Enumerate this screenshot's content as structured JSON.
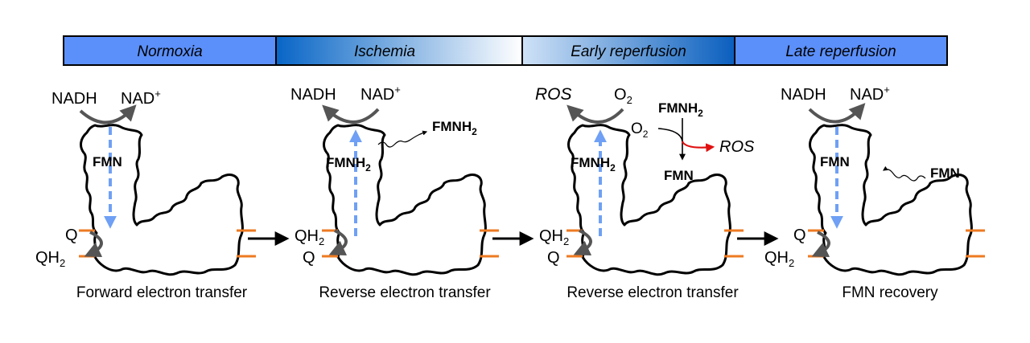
{
  "phase_bar": {
    "phases": [
      "Normoxia",
      "Ischemia",
      "Early reperfusion",
      "Late reperfusion"
    ]
  },
  "panels": [
    {
      "top_left": "NADH",
      "top_right": "NAD",
      "top_right_sup": "+",
      "center_label": "FMN",
      "quinone_top": "Q",
      "quinone_bottom": "QH",
      "quinone_bottom_sub": "2",
      "caption": "Forward electron transfer",
      "arrow_direction": "down"
    },
    {
      "top_left": "NADH",
      "top_right": "NAD",
      "top_right_sup": "+",
      "center_label": "FMNH",
      "center_label_sub": "2",
      "released_label": "FMNH",
      "released_label_sub": "2",
      "quinone_top": "QH",
      "quinone_top_sub": "2",
      "quinone_bottom": "Q",
      "caption": "Reverse electron transfer",
      "arrow_direction": "up"
    },
    {
      "top_left": "ROS",
      "top_right": "O",
      "top_right_sub": "2",
      "center_label": "FMNH",
      "center_label_sub": "2",
      "reaction": {
        "reactant": "FMNH",
        "reactant_sub": "2",
        "oxidant": "O",
        "oxidant_sub": "2",
        "product_side": "ROS",
        "product": "FMN"
      },
      "quinone_top": "QH",
      "quinone_top_sub": "2",
      "quinone_bottom": "Q",
      "caption": "Reverse electron transfer",
      "arrow_direction": "up"
    },
    {
      "top_left": "NADH",
      "top_right": "NAD",
      "top_right_sup": "+",
      "center_label": "FMN",
      "incoming_label": "FMN",
      "quinone_top": "Q",
      "quinone_bottom": "QH",
      "quinone_bottom_sub": "2",
      "caption": "FMN recovery",
      "arrow_direction": "down"
    }
  ],
  "colors": {
    "normoxia": "#5b8ff9",
    "ischemia_dark": "#0a6bc9",
    "reperfusion_dark": "#0a68c6",
    "electron_arrow": "#6fa0f5",
    "curved_arrow": "#555555",
    "membrane_line": "#ee7a22",
    "ros_arrow": "#e01010",
    "outline": "#000000"
  }
}
